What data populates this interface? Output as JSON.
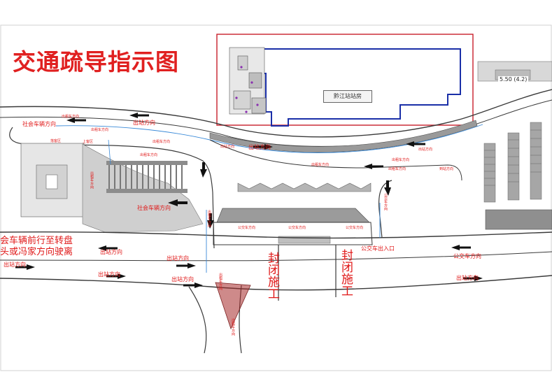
{
  "title": "交通疏导指示图",
  "station_label": "黔江站站房",
  "dimension_label": "5.50 (4.2)",
  "notes": {
    "line1": "会车辆前行至转盘",
    "line2": "头或冯家方向驶离"
  },
  "closures": [
    "封闭施工",
    "封闭施工"
  ],
  "labels": {
    "social_vehicle_dir": "社会车辆方向",
    "exit_dir": "出站方向",
    "rental_car_dir": "出租车方向",
    "bus_dir": "公交车方向",
    "bus_entry": "公交车出入口",
    "drop_off_area": "落客区",
    "pickup_area": "上客区",
    "arrival_dir": "到站方向"
  },
  "colors": {
    "road": "#3a3a3a",
    "label_red": "#e01818",
    "station_blue": "#1a2fa8",
    "frame_red": "#c8202a",
    "closed_area": "#a52a2a"
  }
}
